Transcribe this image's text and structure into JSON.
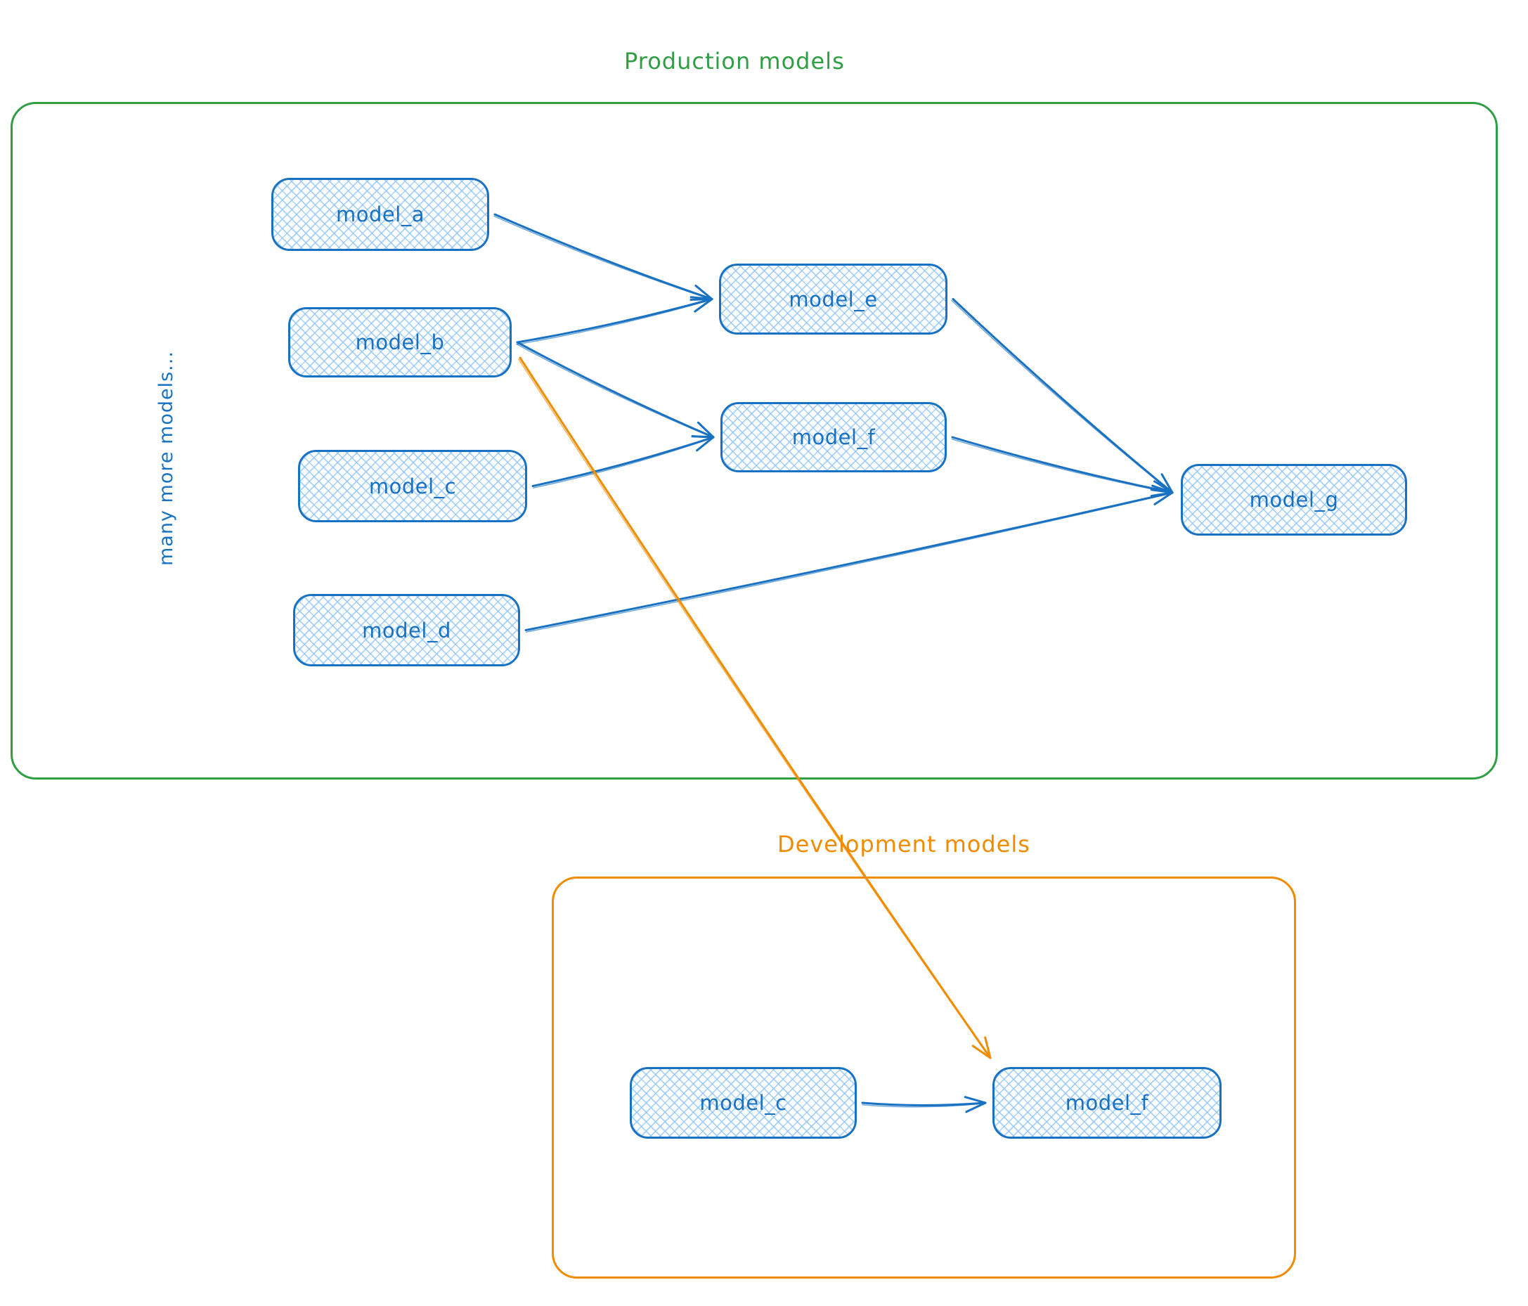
{
  "diagram": {
    "production": {
      "title": "Production models",
      "side_note": "many more models..."
    },
    "development": {
      "title": "Development models"
    },
    "nodes": [
      {
        "id": "model_a",
        "label": "model_a",
        "group": "production"
      },
      {
        "id": "model_b",
        "label": "model_b",
        "group": "production"
      },
      {
        "id": "model_c",
        "label": "model_c",
        "group": "production"
      },
      {
        "id": "model_d",
        "label": "model_d",
        "group": "production"
      },
      {
        "id": "model_e",
        "label": "model_e",
        "group": "production"
      },
      {
        "id": "model_f",
        "label": "model_f",
        "group": "production"
      },
      {
        "id": "model_g",
        "label": "model_g",
        "group": "production"
      },
      {
        "id": "dev_model_c",
        "label": "model_c",
        "group": "development"
      },
      {
        "id": "dev_model_f",
        "label": "model_f",
        "group": "development"
      }
    ],
    "edges": [
      {
        "from": "model_a",
        "to": "model_e",
        "color": "blue"
      },
      {
        "from": "model_b",
        "to": "model_e",
        "color": "blue"
      },
      {
        "from": "model_b",
        "to": "model_f",
        "color": "blue"
      },
      {
        "from": "model_c",
        "to": "model_f",
        "color": "blue"
      },
      {
        "from": "model_e",
        "to": "model_g",
        "color": "blue",
        "toAnchor": "leftUpper"
      },
      {
        "from": "model_f",
        "to": "model_g",
        "color": "blue",
        "toAnchor": "leftUpper"
      },
      {
        "from": "model_d",
        "to": "model_g",
        "color": "blue",
        "toAnchor": "leftUpper"
      },
      {
        "from": "model_b",
        "to": "dev_model_f",
        "color": "orange",
        "fromAnchor": "bottomRight",
        "toAnchor": "topLeft"
      },
      {
        "from": "dev_model_c",
        "to": "dev_model_f",
        "color": "blue"
      }
    ],
    "colors": {
      "node_stroke": "#1971c2",
      "node_fill_hatch": "#a5d8ff",
      "label_text": "#1971c2",
      "edge_blue": "#1971c2",
      "edge_orange": "#f08c00",
      "production_stroke": "#2f9e44",
      "development_stroke": "#f08c00"
    }
  }
}
